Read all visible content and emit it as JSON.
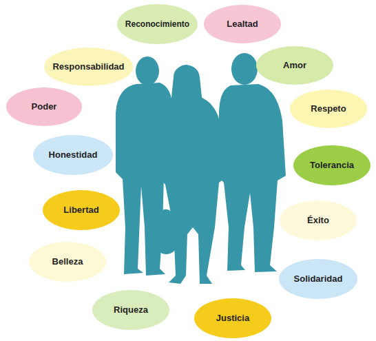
{
  "diagram": {
    "nodes": [
      {
        "text": [
          "Reconocimiento"
        ]
      },
      {
        "text": [
          "Lealtad"
        ]
      },
      {
        "text": [
          "Responsabilidad"
        ]
      },
      {
        "text": [
          "Amor"
        ]
      },
      {
        "text": [
          "Poder"
        ]
      },
      {
        "text": [
          "Respeto"
        ]
      },
      {
        "text": [
          "Honestidad"
        ]
      },
      {
        "text": [
          "Tolerancia"
        ]
      },
      {
        "text": [
          "Libertad"
        ]
      },
      {
        "text": [
          "Éxito"
        ]
      },
      {
        "text": [
          "Belleza"
        ]
      },
      {
        "text": [
          "Solidaridad"
        ]
      },
      {
        "text": [
          "Riqueza"
        ]
      },
      {
        "text": [
          "Justicia"
        ]
      }
    ]
  }
}
